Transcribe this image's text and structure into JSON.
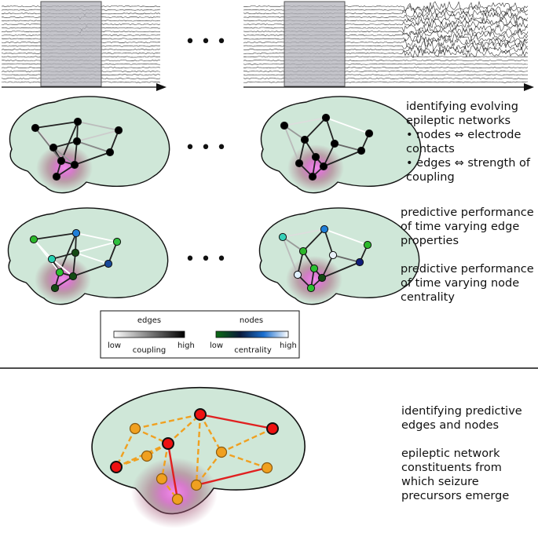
{
  "ellipsis": "• • •",
  "text_blocks": {
    "row1": {
      "title": "identifying evolving epileptic networks",
      "bullet1": "• nodes ⇔ electrode contacts",
      "bullet2": "• edges ⇔ strength of coupling"
    },
    "row2": {
      "edge_caption": "predictive performance of time varying edge properties",
      "node_caption": "predictive performance of time varying node centrality"
    },
    "row3": {
      "caption1": "identifying predictive edges and nodes",
      "caption2": "epileptic network constituents from which seizure precursors emerge"
    }
  },
  "legend": {
    "edges_title": "edges",
    "edges_low": "low",
    "edges_high": "high",
    "edges_axis": "coupling",
    "nodes_title": "nodes",
    "nodes_low": "low",
    "nodes_high": "high",
    "nodes_axis": "centrality"
  },
  "colors": {
    "brain_fill": "#cfe7d8",
    "seizure_focus": "#e040d0",
    "predictive_edge": "#e02020",
    "other_edge": "#f0a020",
    "predictive_node": "#ee1111",
    "other_node": "#f0a020",
    "eeg_window": "#b0b0b8"
  }
}
